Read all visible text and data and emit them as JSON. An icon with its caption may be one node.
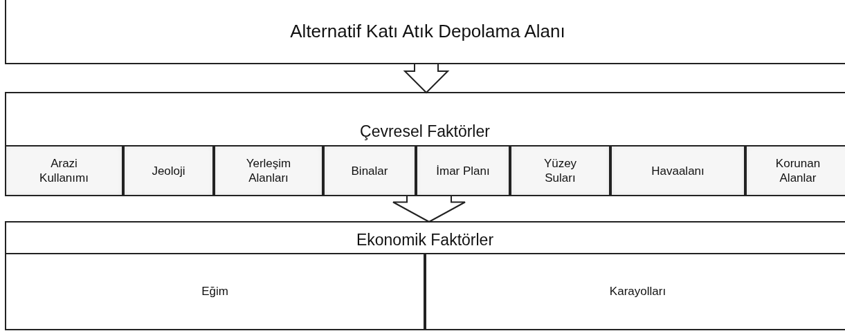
{
  "diagram": {
    "nodes": [
      {
        "text": [
          "Alternatif Katı Atık Depolama Alanı"
        ]
      },
      {
        "text": [
          "Çevresel Faktörler"
        ]
      },
      {
        "text": [
          "Arazi Kullanımı"
        ],
        "in": 1
      },
      {
        "text": [
          "Jeoloji"
        ],
        "in": 1
      },
      {
        "text": [
          "Yerleşim Alanları"
        ],
        "in": 1
      },
      {
        "text": [
          "Binalar"
        ],
        "in": 1
      },
      {
        "text": [
          "İmar Planı"
        ],
        "in": 1
      },
      {
        "text": [
          "Yüzey Suları"
        ],
        "in": 1
      },
      {
        "text": [
          "Havaalanı"
        ],
        "in": 1
      },
      {
        "text": [
          "Korunan Alanlar"
        ],
        "in": 1
      },
      {
        "text": [
          "Ekonomik Faktörler"
        ]
      },
      {
        "text": [
          "Eğim"
        ],
        "in": 10
      },
      {
        "text": [
          "Karayolları"
        ],
        "in": 10
      }
    ],
    "edges": [
      {
        "from": 0,
        "to": 1,
        "arrow": "to"
      },
      {
        "from": 1,
        "to": 10,
        "arrow": "to"
      }
    ]
  }
}
